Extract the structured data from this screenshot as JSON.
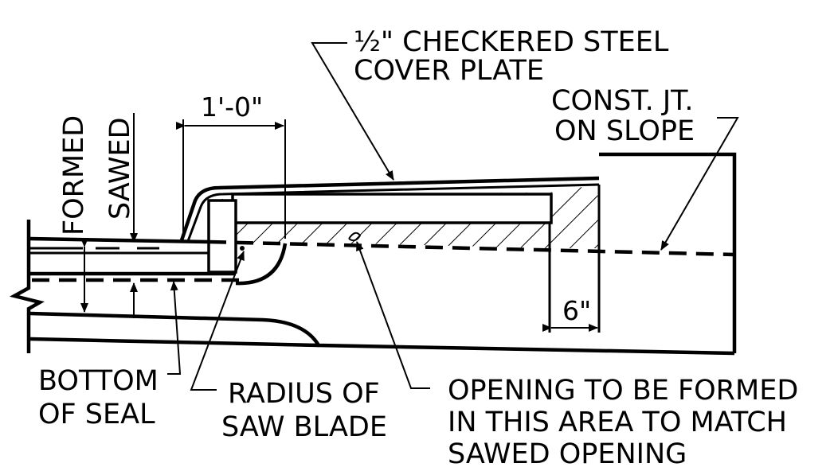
{
  "labels": {
    "cover_plate_line1": "½\" CHECKERED STEEL",
    "cover_plate_line2": "COVER PLATE",
    "const_jt_line1": "CONST. JT.",
    "const_jt_line2": "ON SLOPE",
    "formed": "FORMED",
    "sawed": "SAWED",
    "bottom_of_seal_line1": "BOTTOM",
    "bottom_of_seal_line2": "OF SEAL",
    "radius_line1": "RADIUS OF",
    "radius_line2": "SAW BLADE",
    "opening_line1": "OPENING TO BE FORMED",
    "opening_line2": "IN THIS AREA TO MATCH",
    "opening_line3": "SAWED OPENING"
  },
  "dimensions": {
    "length": "1'-0\"",
    "offset": "6\""
  }
}
